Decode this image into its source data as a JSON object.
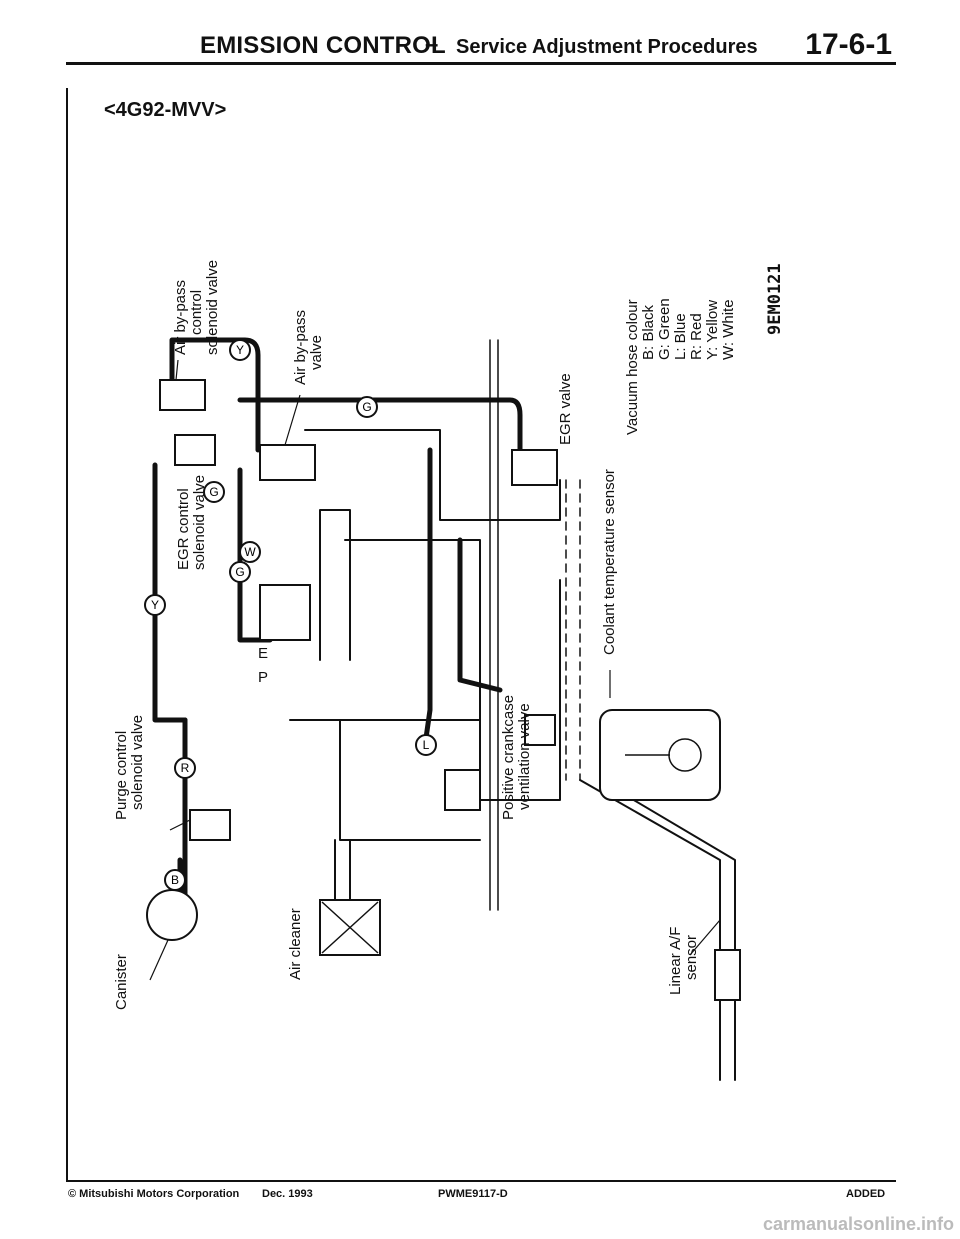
{
  "header": {
    "section": "EMISSION CONTROL",
    "dash": "–",
    "subtitle": "Service Adjustment Procedures",
    "page_number": "17-6-1"
  },
  "model": "<4G92-MVV>",
  "labels": {
    "air_bypass_control": [
      "Air by-pass",
      "control",
      "solenoid valve"
    ],
    "air_bypass_valve": [
      "Air by-pass",
      "valve"
    ],
    "egr_control": [
      "EGR control",
      "solenoid valve"
    ],
    "egr_valve": "EGR valve",
    "purge_control": [
      "Purge control",
      "solenoid valve"
    ],
    "canister": "Canister",
    "air_cleaner": "Air cleaner",
    "pcv": [
      "Positive crankcase",
      "ventilation valve"
    ],
    "coolant_sensor": "Coolant temperature sensor",
    "linear_af": [
      "Linear A/F",
      "sensor"
    ],
    "port_e": "E",
    "port_p": "P"
  },
  "hose_legend": {
    "title": "Vacuum hose colour",
    "items": [
      "B: Black",
      "G: Green",
      "L: Blue",
      "R: Red",
      "Y: Yellow",
      "W: White"
    ]
  },
  "hose_markers": {
    "y1": "Y",
    "y2": "Y",
    "g1": "G",
    "g2": "G",
    "g3": "G",
    "w": "W",
    "r": "R",
    "b": "B",
    "l": "L"
  },
  "figure_code": "9EM0121",
  "footer": {
    "copyright": "© Mitsubishi Motors Corporation",
    "date": "Dec. 1993",
    "doc_code": "PWME9117-D",
    "status": "ADDED"
  },
  "watermark": "carmanualsonline.info"
}
